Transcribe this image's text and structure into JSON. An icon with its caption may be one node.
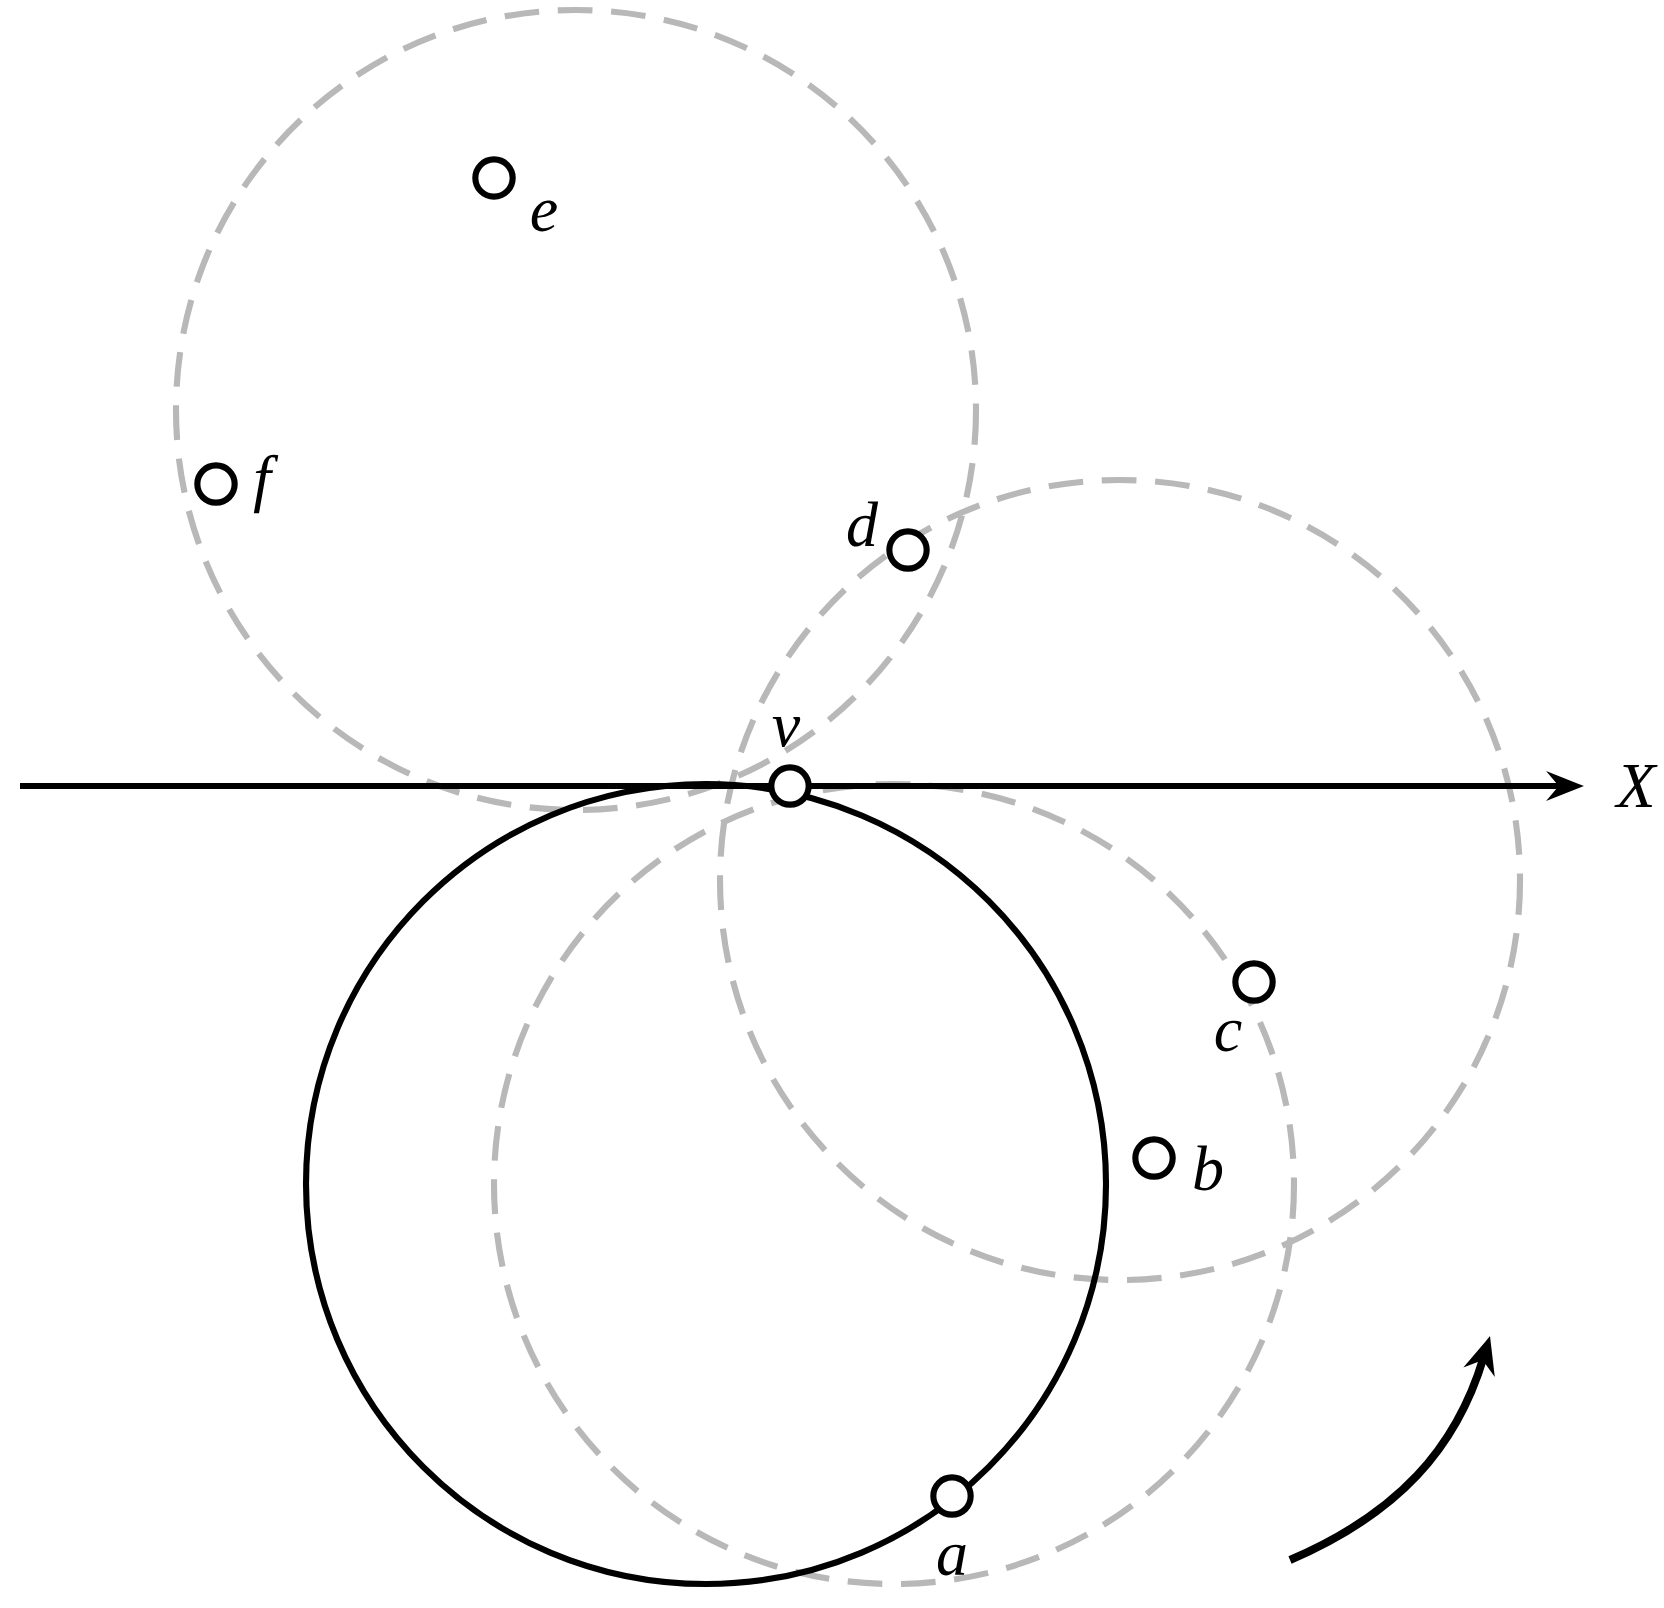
{
  "diagram": {
    "nodes": [
      {
        "text": [],
        "shape": "circle",
        "beside": [
          "e"
        ]
      },
      {
        "text": [],
        "shape": "circle",
        "beside": [
          "f"
        ]
      },
      {
        "text": [],
        "shape": "circle",
        "beside": [
          "d"
        ]
      },
      {
        "text": [],
        "shape": "circle",
        "beside": [
          "v"
        ]
      },
      {
        "text": [],
        "shape": "circle",
        "beside": [
          "c"
        ]
      },
      {
        "text": [],
        "shape": "circle",
        "beside": [
          "b"
        ]
      },
      {
        "text": [],
        "shape": "circle",
        "beside": [
          "a"
        ]
      }
    ],
    "labels": [
      "X"
    ]
  }
}
